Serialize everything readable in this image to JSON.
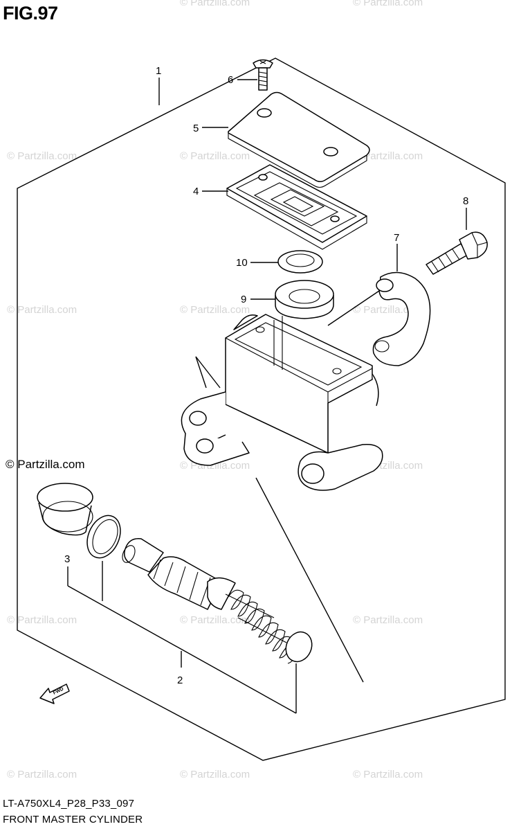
{
  "figure": {
    "title": "FIG.97",
    "model_code": "LT-A750XL4_P28_P33_097",
    "name": "FRONT MASTER CYLINDER"
  },
  "watermark": {
    "text": "© Partzilla.com",
    "main_text": "© Partzilla.com"
  },
  "callouts": [
    "1",
    "2",
    "3",
    "4",
    "5",
    "6",
    "7",
    "8",
    "9",
    "10"
  ],
  "fwd_label": "FWD"
}
